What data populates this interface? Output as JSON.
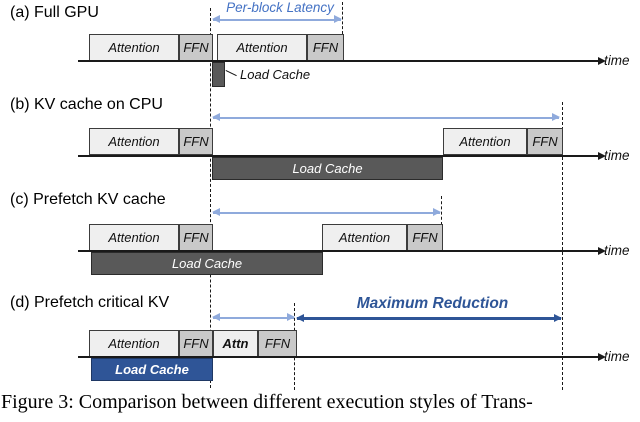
{
  "caption": "Figure 3: Comparison between different execution styles of Trans-",
  "colors": {
    "attention_fill": "#efefef",
    "ffn_fill": "#c9c9c9",
    "load_cache_dark_fill": "#595959",
    "load_cache_blue_fill": "#2f5597",
    "light_arrow_blue": "#8faadc",
    "latency_text_blue": "#4472c4",
    "reduction_blue": "#2e5597",
    "axis_black": "#1a1a1a"
  },
  "rows": [
    {
      "label": "(a) Full GPU",
      "annotation": "Per-block Latency",
      "time_label": "time",
      "gpu_blocks": [
        {
          "text": "Attention"
        },
        {
          "text": "FFN"
        },
        {
          "text": "Attention"
        },
        {
          "text": "FFN"
        }
      ],
      "load_cache_label": "Load Cache"
    },
    {
      "label": "(b) KV cache on CPU",
      "time_label": "time",
      "gpu_blocks": [
        {
          "text": "Attention"
        },
        {
          "text": "FFN"
        },
        {
          "text": "Attention"
        },
        {
          "text": "FFN"
        }
      ],
      "load_cache_label": "Load Cache"
    },
    {
      "label": "(c) Prefetch KV cache",
      "time_label": "time",
      "gpu_blocks": [
        {
          "text": "Attention"
        },
        {
          "text": "FFN"
        },
        {
          "text": "Attention"
        },
        {
          "text": "FFN"
        }
      ],
      "load_cache_label": "Load Cache"
    },
    {
      "label": "(d) Prefetch critical KV",
      "annotation": "Maximum Reduction",
      "time_label": "time",
      "gpu_blocks": [
        {
          "text": "Attention"
        },
        {
          "text": "FFN"
        },
        {
          "text": "Attn"
        },
        {
          "text": "FFN"
        }
      ],
      "load_cache_label": "Load Cache"
    }
  ]
}
